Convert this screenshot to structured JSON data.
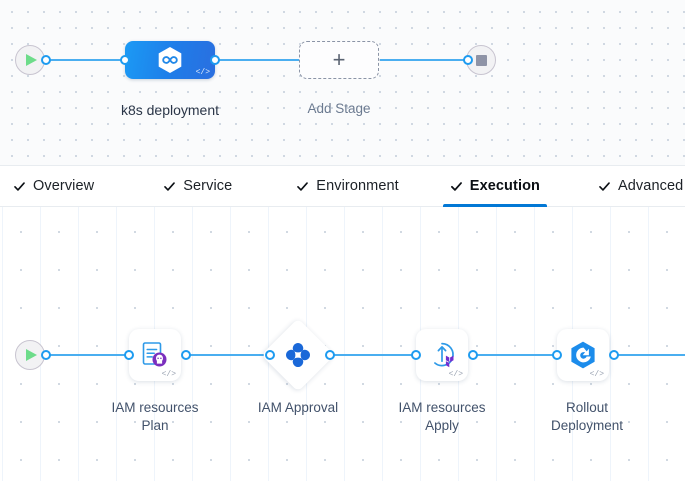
{
  "stage_canvas": {
    "name": "pipeline-stage-canvas",
    "start_node": {
      "icon": "play-icon",
      "label": ""
    },
    "end_node": {
      "icon": "stop-icon",
      "label": ""
    },
    "stages": [
      {
        "id": "k8s-deployment",
        "label": "k8s deployment",
        "icon": "harness-cd-hexagon-infinity-icon",
        "code_mark": "</>",
        "type": "deployment",
        "color": "#1f87ef"
      }
    ],
    "add_stage": {
      "label": "Add Stage",
      "icon": "plus-icon"
    }
  },
  "tab_bar": {
    "name": "stage-config-tabs",
    "tabs": [
      {
        "id": "overview",
        "label": "Overview",
        "icon": "check-icon",
        "active": false
      },
      {
        "id": "service",
        "label": "Service",
        "icon": "check-icon",
        "active": false
      },
      {
        "id": "environment",
        "label": "Environment",
        "icon": "check-icon",
        "active": false
      },
      {
        "id": "execution",
        "label": "Execution",
        "icon": "check-icon",
        "active": true
      },
      {
        "id": "advanced",
        "label": "Advanced",
        "icon": "check-icon",
        "active": false
      }
    ],
    "active_tab": "execution",
    "active_underline_color": "#0278d5"
  },
  "step_canvas": {
    "name": "execution-step-canvas",
    "start_node": {
      "icon": "play-icon"
    },
    "steps": [
      {
        "id": "iam-resources-plan",
        "label": "IAM resources\nPlan",
        "icon": "terraform-plan-document-icon",
        "code_mark": "</>",
        "shape": "rounded-square"
      },
      {
        "id": "iam-approval",
        "label": "IAM Approval",
        "icon": "harness-approval-petals-icon",
        "code_mark": "",
        "shape": "diamond"
      },
      {
        "id": "iam-resources-apply",
        "label": "IAM resources\nApply",
        "icon": "terraform-apply-rotate-icon",
        "code_mark": "</>",
        "shape": "rounded-square"
      },
      {
        "id": "rollout-deployment",
        "label": "Rollout\nDeployment",
        "icon": "argo-rollout-hexagon-icon",
        "code_mark": "</>",
        "shape": "rounded-square"
      }
    ]
  },
  "theme": {
    "edge_color": "#4aaef0",
    "port_border": "#1d9bf0",
    "stage_blue": "#1f87ef",
    "label_color": "#42526b",
    "canvas_bg": "#fafbfc",
    "grid_dot": "#c9d2dd"
  }
}
